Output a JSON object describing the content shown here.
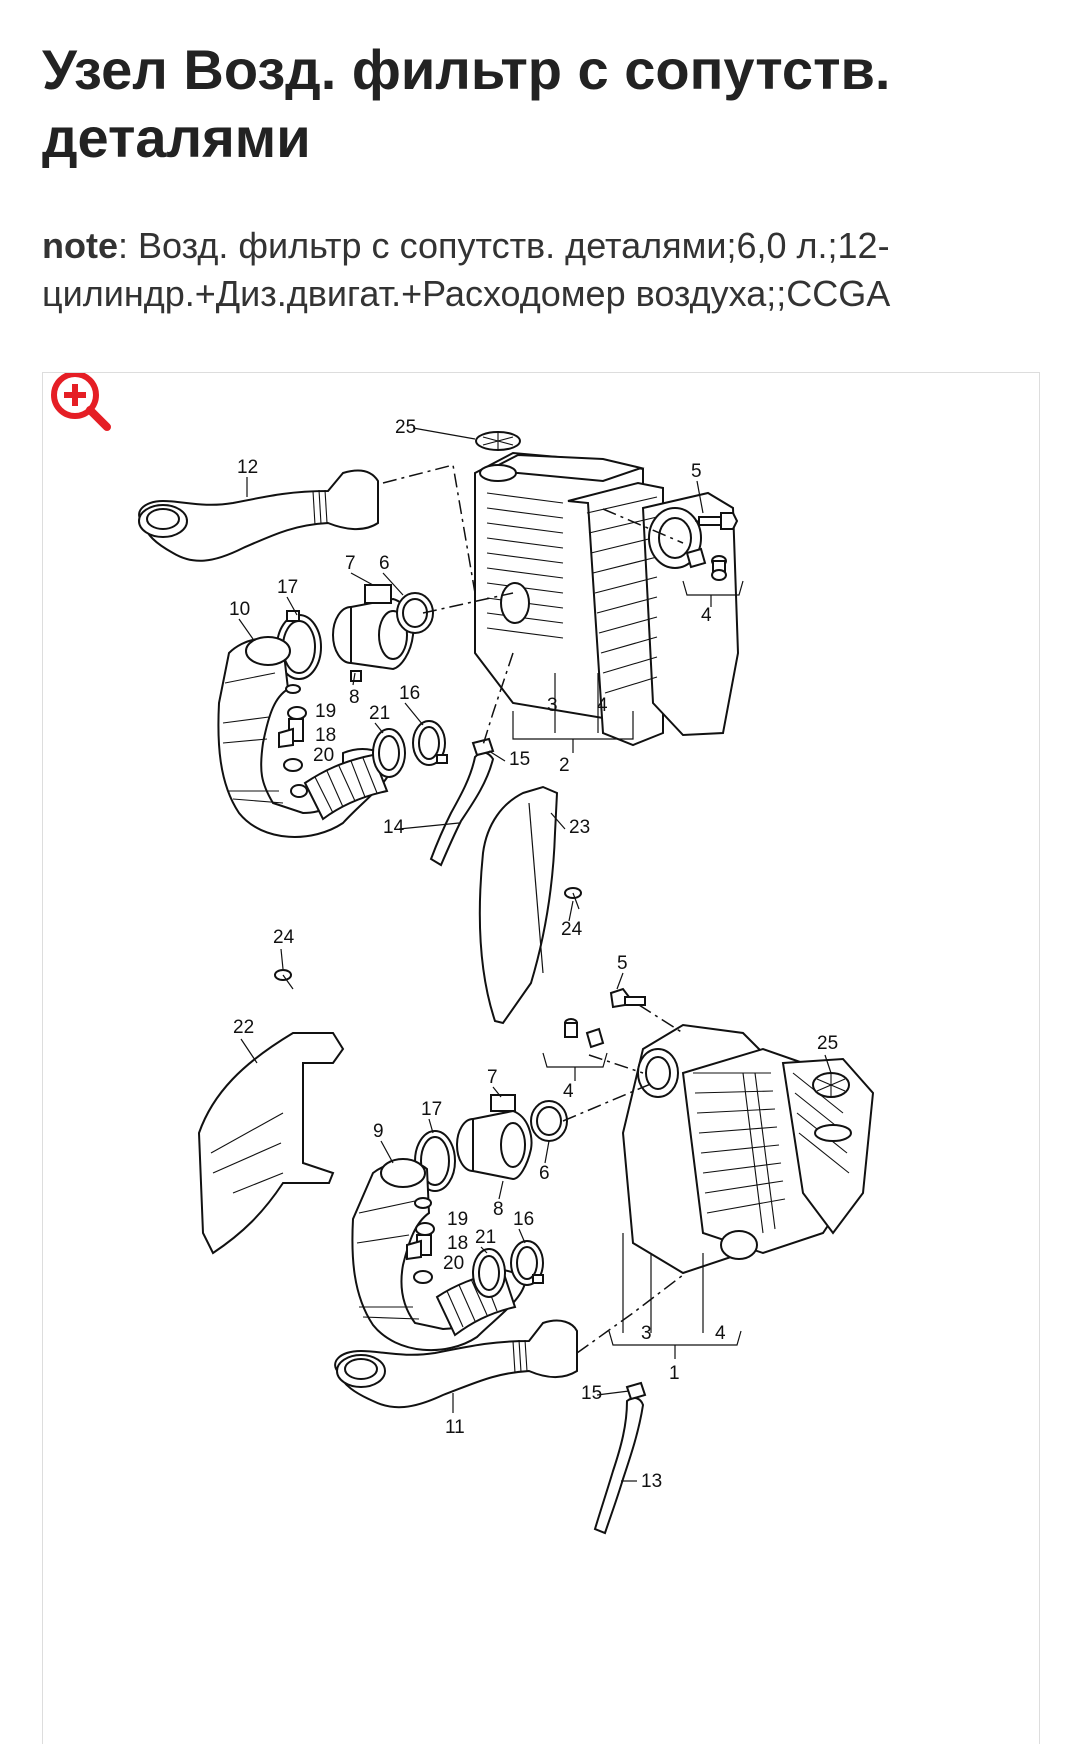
{
  "title": "Узел Возд. фильтр с сопутств. деталями",
  "note": {
    "key": "note",
    "separator": ":",
    "text": " Возд. фильтр с сопутств. деталями;6,0 л.;12-цилиндр.+Диз.двигат.+Расходомер воздуха;;CCGA"
  },
  "zoom_icon": "zoom-in-icon",
  "accent_color": "#e51e25",
  "diagram": {
    "callouts": {
      "c25a": "25",
      "c12": "12",
      "c5a": "5",
      "c7a": "7",
      "c6a": "6",
      "c17a": "17",
      "c10": "10",
      "c8a": "8",
      "c19a": "19",
      "c18a": "18",
      "c20a": "20",
      "c21a": "21",
      "c16a": "16",
      "c3a": "3",
      "c4a": "4",
      "c2": "2",
      "c4b": "4",
      "c15a": "15",
      "c14": "14",
      "c23": "23",
      "c24a": "24",
      "c24b": "24",
      "c22": "22",
      "c5b": "5",
      "c25b": "25",
      "c4c": "4",
      "c7b": "7",
      "c17b": "17",
      "c9": "9",
      "c6b": "6",
      "c8b": "8",
      "c19b": "19",
      "c18b": "18",
      "c20b": "20",
      "c21b": "21",
      "c16b": "16",
      "c3b": "3",
      "c4d": "4",
      "c1": "1",
      "c15b": "15",
      "c11": "11",
      "c13": "13"
    }
  }
}
